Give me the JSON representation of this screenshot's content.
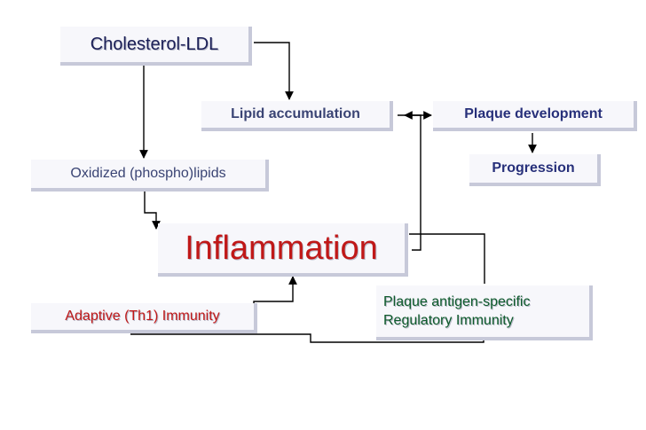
{
  "nodes": {
    "cholesterol": "Cholesterol-LDL",
    "lipid_accumulation": "Lipid accumulation",
    "plaque_development": "Plaque development",
    "progression": "Progression",
    "oxidized_lipids": "Oxidized (phospho)lipids",
    "inflammation": "Inflammation",
    "adaptive_immunity": "Adaptive (Th1) Immunity",
    "regulatory_line1": "Plaque antigen-specific",
    "regulatory_line2": "Regulatory Immunity"
  },
  "colors": {
    "box_fill": "#f7f7fb",
    "box_shadow": "#c7c9d9",
    "navy_text": "#27307a",
    "red_text": "#c01818",
    "green_text": "#0d5a2b",
    "connector": "#000000"
  }
}
